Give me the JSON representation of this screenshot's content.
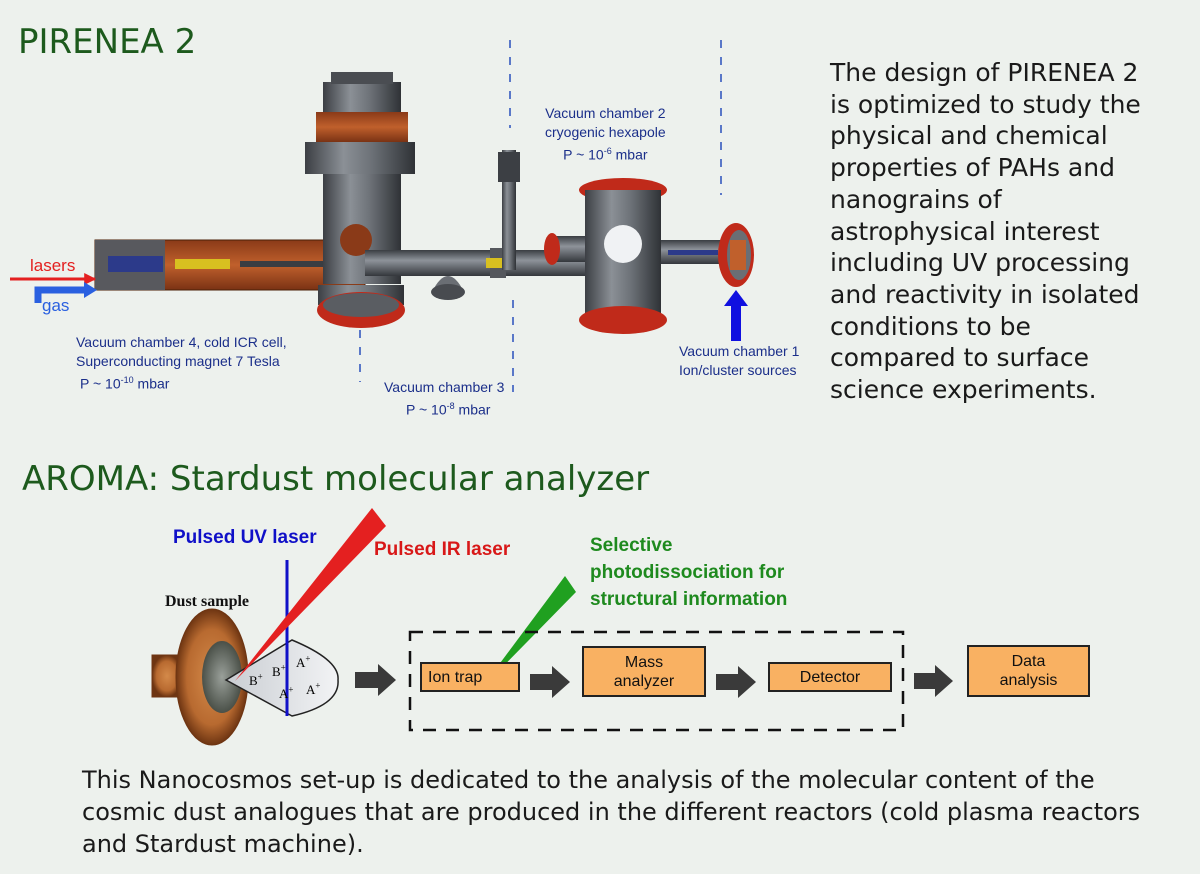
{
  "pirenea": {
    "title": "PIRENEA 2",
    "description": "The design of PIRENEA 2 is optimized to study the physical and chemical properties of PAHs and nanograins of astrophysical interest including UV processing and reactivity in isolated conditions to be compared to surface science experiments.",
    "lasers_label": "lasers",
    "gas_label": "gas",
    "chamber4": {
      "line1": "Vacuum chamber 4, cold ICR cell,",
      "line2": "Superconducting magnet 7 Tesla",
      "pressure_prefix": "P ~ 10",
      "pressure_exp": "-10",
      "pressure_unit": " mbar"
    },
    "chamber3": {
      "line1": "Vacuum chamber 3",
      "pressure_prefix": "P ~ 10",
      "pressure_exp": "-8",
      "pressure_unit": " mbar"
    },
    "chamber2": {
      "line1": "Vacuum chamber 2",
      "line2": "cryogenic hexapole",
      "pressure_prefix": "P ~ 10",
      "pressure_exp": "-6",
      "pressure_unit": " mbar"
    },
    "chamber1": {
      "line1": "Vacuum chamber 1",
      "line2": "Ion/cluster sources"
    }
  },
  "aroma": {
    "title": "AROMA: Stardust molecular analyzer",
    "uv_laser": "Pulsed UV laser",
    "ir_laser": "Pulsed IR laser",
    "selective_line1": "Selective",
    "selective_line2": "photodissociation for",
    "selective_line3": "structural information",
    "dust_sample": "Dust sample",
    "ions": [
      "B+",
      "A+",
      "B+",
      "A+",
      "A+"
    ],
    "ion_trap": "Ion trap",
    "mass_analyzer_line1": "Mass",
    "mass_analyzer_line2": "analyzer",
    "detector": "Detector",
    "data_line1": "Data",
    "data_line2": "analysis",
    "bottom_text": "This Nanocosmos set-up is dedicated to the analysis of the molecular content of the cosmic dust analogues that  are produced in the different reactors (cold plasma reactors and Stardust machine)."
  },
  "colors": {
    "title_green": "#1d5a1d",
    "label_blue": "#1b2f8a",
    "uv_blue": "#1010c8",
    "ir_red": "#d81818",
    "selective_green": "#1e8a1e",
    "box_orange": "#f9b162"
  }
}
